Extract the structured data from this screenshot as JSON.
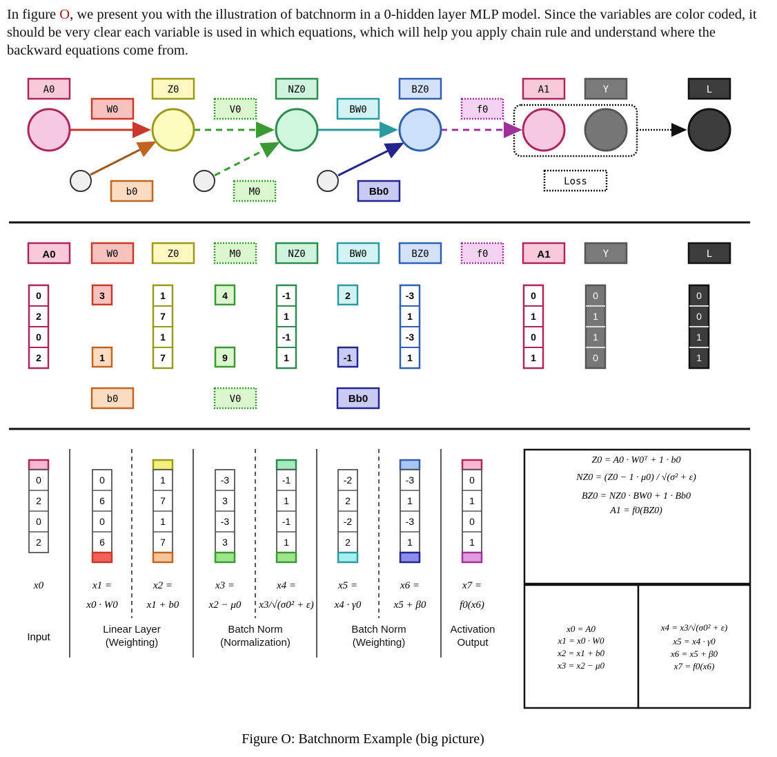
{
  "intro": {
    "before": "In figure ",
    "fig_ref": "O",
    "after": ", we present you with the illustration of batchnorm in a 0-hidden layer MLP model. Since the variables are color coded, it should be very clear each variable is used in which equations, which will help you apply chain rule and understand where the backward equations come from."
  },
  "colors": {
    "A0": "#b0245b",
    "W0": "#c8382b",
    "b0": "#c0641f",
    "Z0": "#9a9a1a",
    "V0": "#3a9a32",
    "M0": "#3a9a32",
    "NZ0": "#2e8b4e",
    "BW0": "#2a9aa0",
    "Bb0": "#23248c",
    "BZ0": "#2f5fb0",
    "f0": "#a0309a",
    "A1": "#b0245b",
    "Y": "#555555",
    "L": "#111111"
  },
  "top": {
    "labels": {
      "A0": "A0",
      "W0": "W0",
      "b0": "b0",
      "Z0": "Z0",
      "V0": "V0",
      "M0": "M0",
      "NZ0": "NZ0",
      "BW0": "BW0",
      "Bb0": "Bb0",
      "BZ0": "BZ0",
      "f0": "f0",
      "A1": "A1",
      "Y": "Y",
      "L": "L",
      "Loss": "Loss"
    }
  },
  "middle": {
    "headers": [
      "A0",
      "W0",
      "Z0",
      "M0",
      "NZ0",
      "BW0",
      "BZ0",
      "f0",
      "A1",
      "Y",
      "L"
    ],
    "A0": [
      "0",
      "2",
      "0",
      "2"
    ],
    "W0": "3",
    "b0_val": "1",
    "b0_label": "b0",
    "Z0": [
      "1",
      "7",
      "1",
      "7"
    ],
    "M0": "4",
    "V0_val": "9",
    "V0_label": "V0",
    "NZ0": [
      "-1",
      "1",
      "-1",
      "1"
    ],
    "BW0": "2",
    "Bb0_val": "-1",
    "Bb0_label": "Bb0",
    "BZ0": [
      "-3",
      "1",
      "-3",
      "1"
    ],
    "A1": [
      "0",
      "1",
      "0",
      "1"
    ],
    "Y": [
      "0",
      "1",
      "1",
      "0"
    ],
    "L": [
      "0",
      "0",
      "1",
      "1"
    ]
  },
  "bottom": {
    "columns": [
      [
        "0",
        "2",
        "0",
        "2"
      ],
      [
        "0",
        "6",
        "0",
        "6"
      ],
      [
        "1",
        "7",
        "1",
        "7"
      ],
      [
        "-3",
        "3",
        "-3",
        "3"
      ],
      [
        "-1",
        "1",
        "-1",
        "1"
      ],
      [
        "-2",
        "2",
        "-2",
        "2"
      ],
      [
        "-3",
        "1",
        "-3",
        "1"
      ],
      [
        "0",
        "1",
        "0",
        "1"
      ]
    ],
    "var_labels": [
      "x0",
      "x1 =",
      "x2 =",
      "x3 =",
      "x4 =",
      "x5 =",
      "x6 =",
      "x7 ="
    ],
    "var_exprs": [
      "",
      "x0 · W0",
      "x1 + b0",
      "x2 − μ0",
      "x3/√(σ0² + ε)",
      "x4 · γ0",
      "x5 + β0",
      "f0(x6)"
    ],
    "stages": [
      "Input",
      "Linear Layer (Weighting)",
      "Batch Norm (Normalization)",
      "Batch Norm (Weighting)",
      "Activation Output"
    ],
    "eq_top": [
      "Z0 = A0 · W0ᵀ + 1 · b0",
      "NZ0 = (Z0 − 1 · μ0) / √(σ² + ε)",
      "BZ0 = NZ0 · BW0 + 1 · Bb0",
      "A1 = f0(BZ0)"
    ],
    "eq_left": [
      "x0 = A0",
      "x1 = x0 · W0",
      "x2 = x1 + b0",
      "x3 = x2 − μ0"
    ],
    "eq_right": [
      "x4 = x3/√(σ0² + ε)",
      "x5 = x4 · γ0",
      "x6 = x5 + β0",
      "x7 = f0(x6)"
    ]
  },
  "caption": "Figure O: Batchnorm Example (big picture)"
}
